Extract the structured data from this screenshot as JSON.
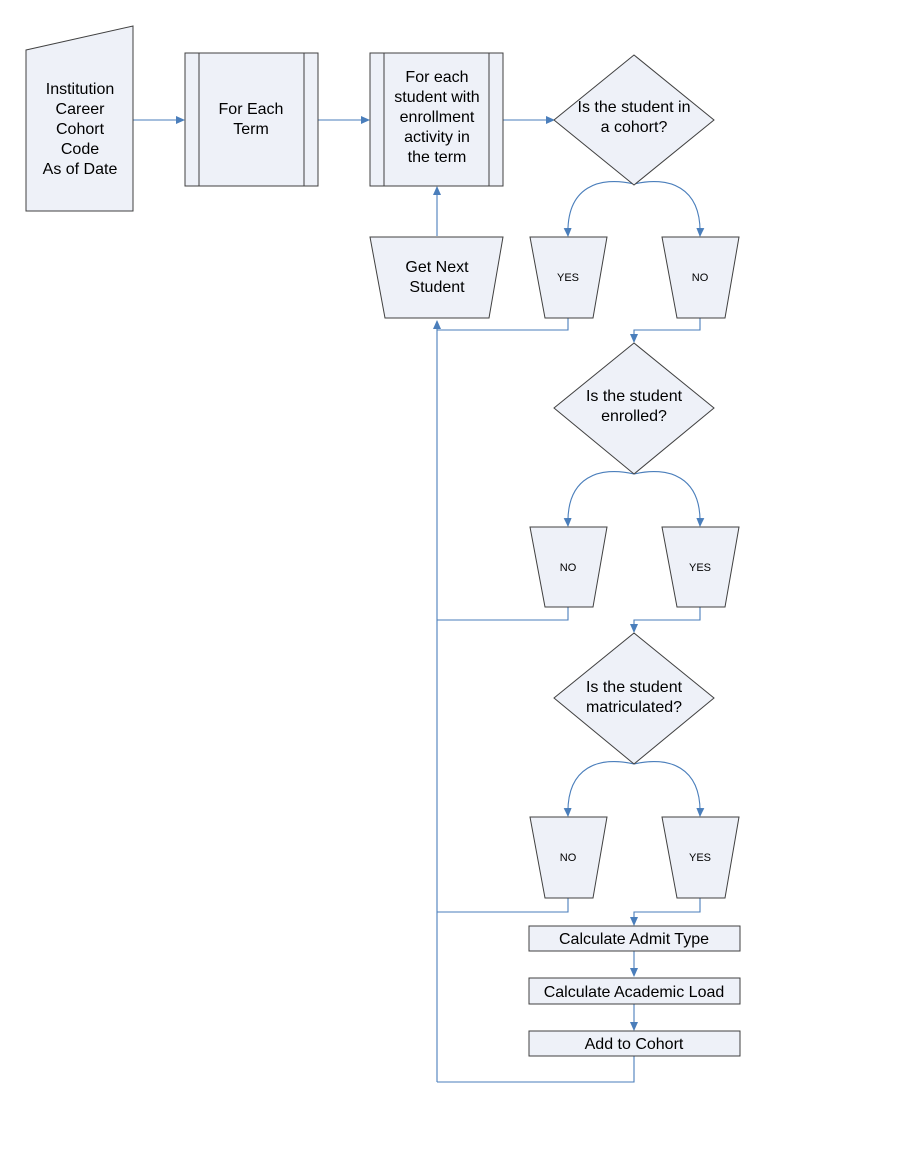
{
  "input": {
    "label_lines": [
      "Institution",
      "Career",
      "Cohort",
      "Code",
      "As of Date"
    ]
  },
  "loops": {
    "each_term": [
      "For Each",
      "Term"
    ],
    "each_student": [
      "For each",
      "student with",
      "enrollment",
      "activity in",
      "the term"
    ],
    "next_student": [
      "Get Next",
      "Student"
    ]
  },
  "decisions": {
    "in_cohort": [
      "Is the student in",
      "a cohort?"
    ],
    "enrolled": [
      "Is the student",
      "enrolled?"
    ],
    "matriculated": [
      "Is the student",
      "matriculated?"
    ]
  },
  "outcomes": {
    "cohort_yes": "YES",
    "cohort_no": "NO",
    "enrolled_no": "NO",
    "enrolled_yes": "YES",
    "matric_no": "NO",
    "matric_yes": "YES"
  },
  "steps": {
    "admit_type": "Calculate Admit Type",
    "academic_load": "Calculate Academic Load",
    "add_cohort": "Add to Cohort"
  },
  "colors": {
    "shape_fill": "#eef1f8",
    "shape_stroke": "#404040",
    "connector": "#4a7ebb"
  }
}
